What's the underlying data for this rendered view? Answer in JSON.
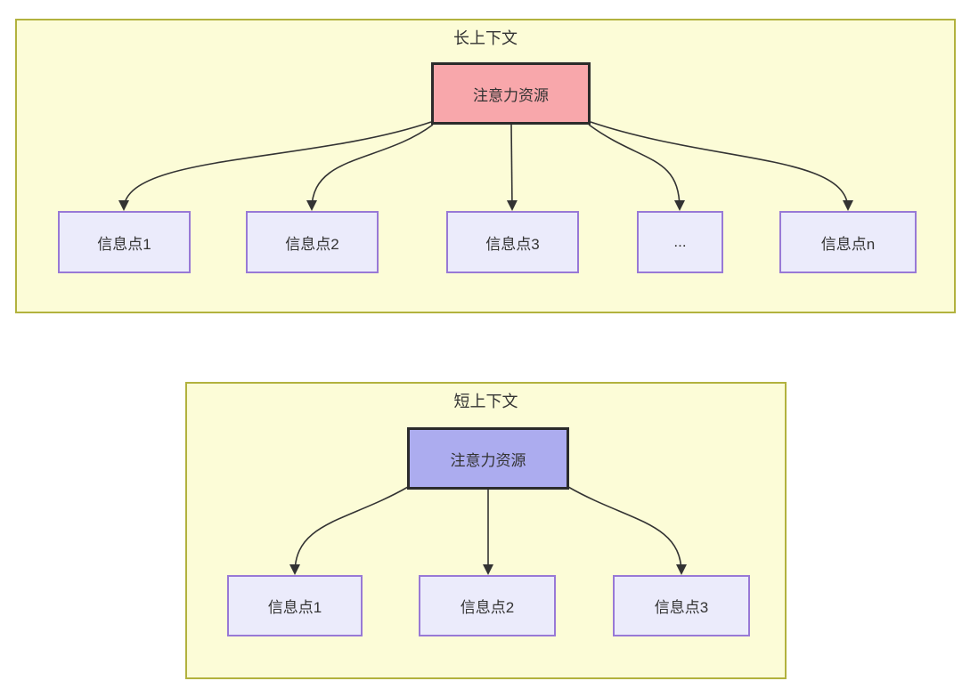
{
  "diagram": {
    "sections": [
      {
        "id": "long-context",
        "title": "长上下文",
        "root": {
          "label": "注意力资源"
        },
        "children": [
          {
            "label": "信息点1"
          },
          {
            "label": "信息点2"
          },
          {
            "label": "信息点3"
          },
          {
            "label": "..."
          },
          {
            "label": "信息点n"
          }
        ]
      },
      {
        "id": "short-context",
        "title": "短上下文",
        "root": {
          "label": "注意力资源"
        },
        "children": [
          {
            "label": "信息点1"
          },
          {
            "label": "信息点2"
          },
          {
            "label": "信息点3"
          }
        ]
      }
    ],
    "colors": {
      "panel_fill": "#FCFCD7",
      "panel_border": "#B2B23E",
      "long_root_fill": "#F8A7AB",
      "short_root_fill": "#ACACEF",
      "root_border": "#2B2B2B",
      "child_fill": "#EBEBFB",
      "child_border": "#9879D6",
      "text": "#333333",
      "arrow": "#333333"
    }
  }
}
